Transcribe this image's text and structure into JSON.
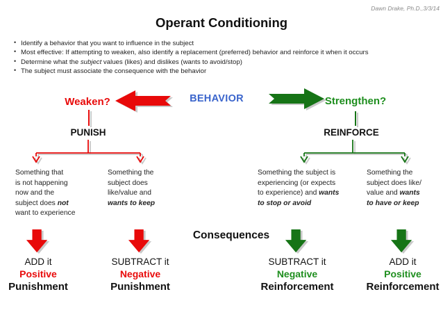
{
  "header": {
    "credit": "Dawn Drake, Ph.D.,3/3/14",
    "title": "Operant Conditioning"
  },
  "intro": {
    "bullets": [
      [
        {
          "t": "Identify a behavior that you want to influence in the subject"
        }
      ],
      [
        {
          "t": "Most effective: If attempting to weaken, also identify a replacement (preferred) behavior and reinforce it when it occurs"
        }
      ],
      [
        {
          "t": "Determine what the "
        },
        {
          "t": "subject",
          "it": true
        },
        {
          "t": " values (likes) and dislikes (wants to avoid/stop)"
        }
      ],
      [
        {
          "t": "The subject must associate the consequence with the behavior"
        }
      ]
    ]
  },
  "behavior_row": {
    "weaken": "Weaken?",
    "behavior": "BEHAVIOR",
    "strengthen": "Strengthen?"
  },
  "branches": {
    "punish": "PUNISH",
    "reinforce": "REINFORCE"
  },
  "descriptions": [
    {
      "lines": [
        [
          {
            "t": "Something that"
          }
        ],
        [
          {
            "t": "is not happening"
          }
        ],
        [
          {
            "t": "now and the"
          }
        ],
        [
          {
            "t": "subject does "
          },
          {
            "t": "not",
            "em": true
          }
        ],
        [
          {
            "t": "want to experience"
          }
        ]
      ]
    },
    {
      "lines": [
        [
          {
            "t": "Something the"
          }
        ],
        [
          {
            "t": "subject does"
          }
        ],
        [
          {
            "t": "like/value and"
          }
        ],
        [
          {
            "t": "wants to keep",
            "em": true
          }
        ]
      ]
    },
    {
      "lines": [
        [
          {
            "t": "Something the subject is"
          }
        ],
        [
          {
            "t": "experiencing (or expects"
          }
        ],
        [
          {
            "t": "to experience) and "
          },
          {
            "t": "wants",
            "em": true
          }
        ],
        [
          {
            "t": "to stop or avoid",
            "em": true
          }
        ]
      ]
    },
    {
      "lines": [
        [
          {
            "t": "Something the"
          }
        ],
        [
          {
            "t": "subject does like/"
          }
        ],
        [
          {
            "t": "value and "
          },
          {
            "t": "wants",
            "em": true
          }
        ],
        [
          {
            "t": "to have or keep",
            "em": true
          }
        ]
      ]
    }
  ],
  "consequences_label": "Consequences",
  "outcomes": [
    {
      "action": "ADD it",
      "valence": "Positive",
      "type": "Punishment"
    },
    {
      "action": "SUBTRACT it",
      "valence": "Negative",
      "type": "Punishment"
    },
    {
      "action": "SUBTRACT it",
      "valence": "Negative",
      "type": "Reinforcement"
    },
    {
      "action": "ADD it",
      "valence": "Positive",
      "type": "Reinforcement"
    }
  ],
  "colors": {
    "red": "#e80a0a",
    "green": "#1e8e1e",
    "green-arrow": "#167416",
    "blue": "#3b65cc",
    "credit-gray": "#8a8a8a",
    "shadow": "#c9c9c9",
    "ink": "#1a1a1a"
  }
}
